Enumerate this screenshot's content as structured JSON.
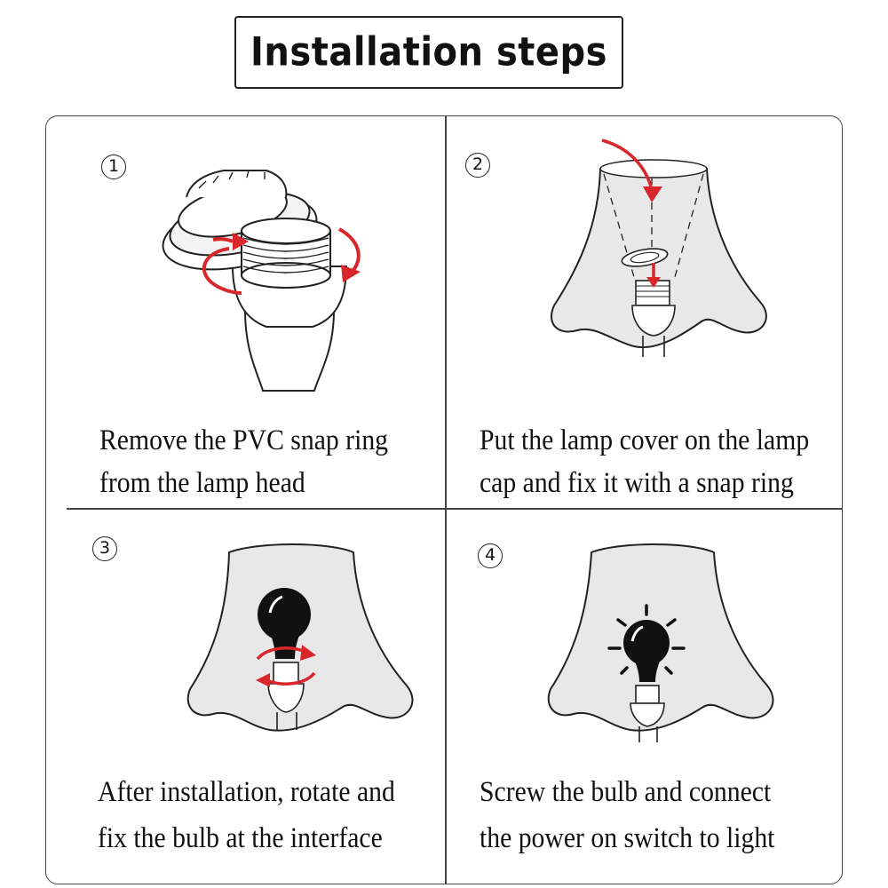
{
  "title": "Installation steps",
  "steps": [
    {
      "number": "1",
      "line1": "Remove the PVC snap ring",
      "line2": "from the lamp head"
    },
    {
      "number": "2",
      "line1": "Put the lamp cover on the lamp",
      "line2": "cap and fix it with a snap ring"
    },
    {
      "number": "3",
      "line1": "After installation, rotate and",
      "line2": "fix the bulb at the interface"
    },
    {
      "number": "4",
      "line1": "Screw the bulb and connect",
      "line2": "the power on switch to light"
    }
  ],
  "colors": {
    "arrow": "#d8262b",
    "outline": "#222222",
    "shade": "#e8e8e8",
    "bulb": "#111111"
  },
  "icons": [
    "lamp-socket-icon",
    "lamp-shade-icon",
    "snap-ring-icon",
    "bulb-icon",
    "rotate-arrow-icon",
    "light-rays-icon"
  ]
}
